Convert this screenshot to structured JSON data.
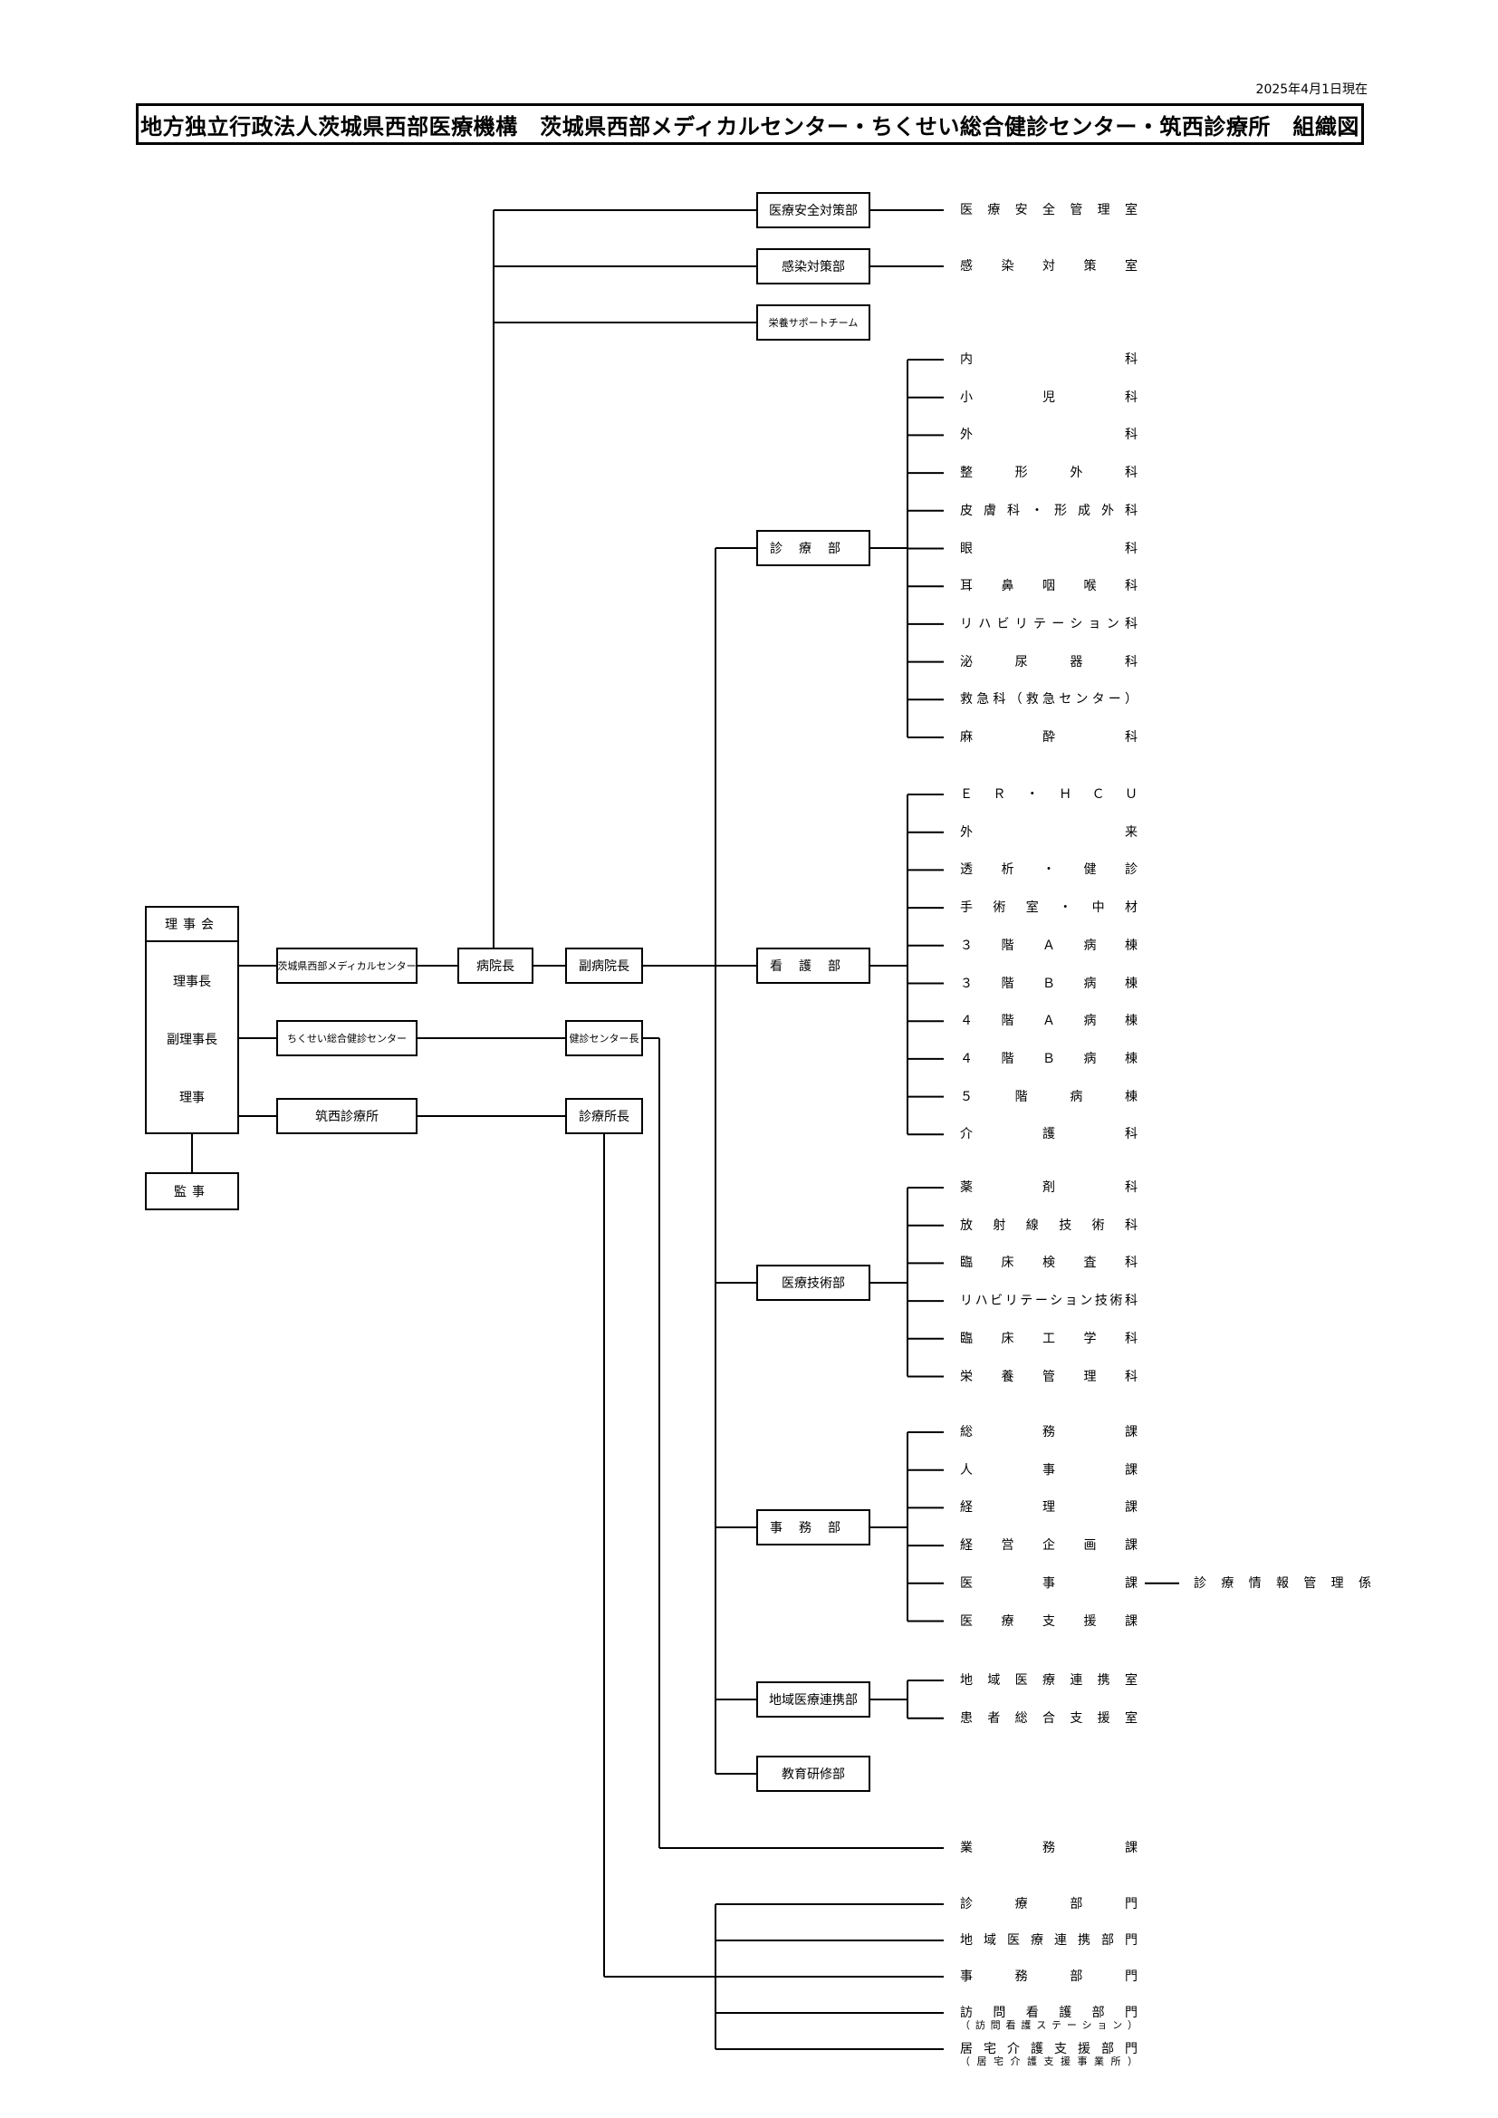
{
  "date": "2025年4月1日現在",
  "title": "地方独立行政法人茨城県西部医療機構　茨城県西部メディカルセンター・ちくせい総合健診センター・筑西診療所　組織図",
  "board": {
    "header": "理事会",
    "members": [
      "理事長",
      "副理事長",
      "理事"
    ],
    "auditor": "監事"
  },
  "facilities": {
    "medical_center": "茨城県西部メディカルセンター",
    "health_center": "ちくせい総合健診センター",
    "clinic": "筑西診療所"
  },
  "heads": {
    "director": "病院長",
    "vice_director": "副病院長",
    "health_center_head": "健診センター長",
    "clinic_head": "診療所長"
  },
  "top_units": [
    {
      "label": "医療安全対策部",
      "child": "医療安全管理室"
    },
    {
      "label": "感染対策部",
      "child": "感染対策室"
    },
    {
      "label": "栄養サポートチーム",
      "child": ""
    }
  ],
  "departments": [
    {
      "label": "診療部",
      "children": [
        "内科",
        "小児科",
        "外科",
        "整形外科",
        "皮膚科・形成外科",
        "眼科",
        "耳鼻咽喉科",
        "リハビリテーション科",
        "泌尿器科",
        "救急科（救急センター）",
        "麻酔科"
      ]
    },
    {
      "label": "看護部",
      "children": [
        "ＥＲ・ＨＣＵ",
        "外来",
        "透析・健診",
        "手術室・中材",
        "３階Ａ病棟",
        "３階Ｂ病棟",
        "４階Ａ病棟",
        "４階Ｂ病棟",
        "５階病棟",
        "介護科"
      ]
    },
    {
      "label": "医療技術部",
      "children": [
        "薬剤科",
        "放射線技術科",
        "臨床検査科",
        "リハビリテーション技術科",
        "臨床工学科",
        "栄養管理科"
      ]
    },
    {
      "label": "事務部",
      "children": [
        "総務課",
        "人事課",
        "経理課",
        "経営企画課",
        "医事課",
        "医療支援課"
      ]
    },
    {
      "label": "地域医療連携部",
      "children": [
        "地域医療連携室",
        "患者総合支援室"
      ]
    },
    {
      "label": "教育研修部",
      "children": []
    }
  ],
  "sub_unit": "診療情報管理係",
  "health_center_unit": "業務課",
  "clinic_units": [
    {
      "main": "診療部門",
      "sub": ""
    },
    {
      "main": "地域医療連携部門",
      "sub": ""
    },
    {
      "main": "事務部門",
      "sub": ""
    },
    {
      "main": "訪問看護部門",
      "sub": "（訪問看護ステーション）"
    },
    {
      "main": "居宅介護支援部門",
      "sub": "（居宅介護支援事業所）"
    }
  ]
}
